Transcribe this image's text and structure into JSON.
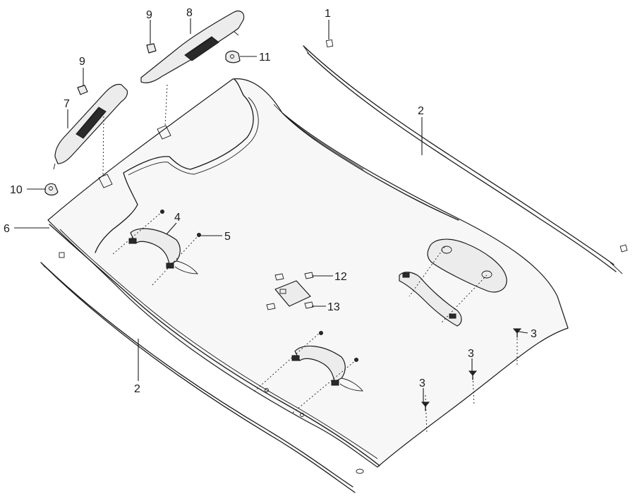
{
  "callouts": {
    "c1": "1",
    "c2a": "2",
    "c2b": "2",
    "c3a": "3",
    "c3b": "3",
    "c3c": "3",
    "c4": "4",
    "c5": "5",
    "c6": "6",
    "c7": "7",
    "c8": "8",
    "c9a": "9",
    "c9b": "9",
    "c10": "10",
    "c11": "11",
    "c12": "12",
    "c13": "13"
  }
}
